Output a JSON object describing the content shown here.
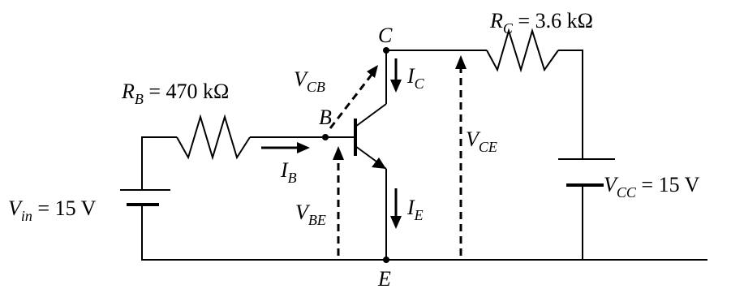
{
  "labels": {
    "rb_sym": "R",
    "rb_sub": "B",
    "rb_val": " = 470 kΩ",
    "rc_sym": "R",
    "rc_sub": "C",
    "rc_val": " = 3.6 kΩ",
    "vin_sym": "V",
    "vin_sub": "in",
    "vin_val": " = 15 V",
    "vcc_sym": "V",
    "vcc_sub": "CC",
    "vcc_val": " = 15 V",
    "node_c": "C",
    "node_b": "B",
    "node_e": "E",
    "ib_sym": "I",
    "ib_sub": "B",
    "ic_sym": "I",
    "ic_sub": "C",
    "ie_sym": "I",
    "ie_sub": "E",
    "vcb_sym": "V",
    "vcb_sub": "CB",
    "vbe_sym": "V",
    "vbe_sub": "BE",
    "vce_sym": "V",
    "vce_sub": "CE"
  }
}
